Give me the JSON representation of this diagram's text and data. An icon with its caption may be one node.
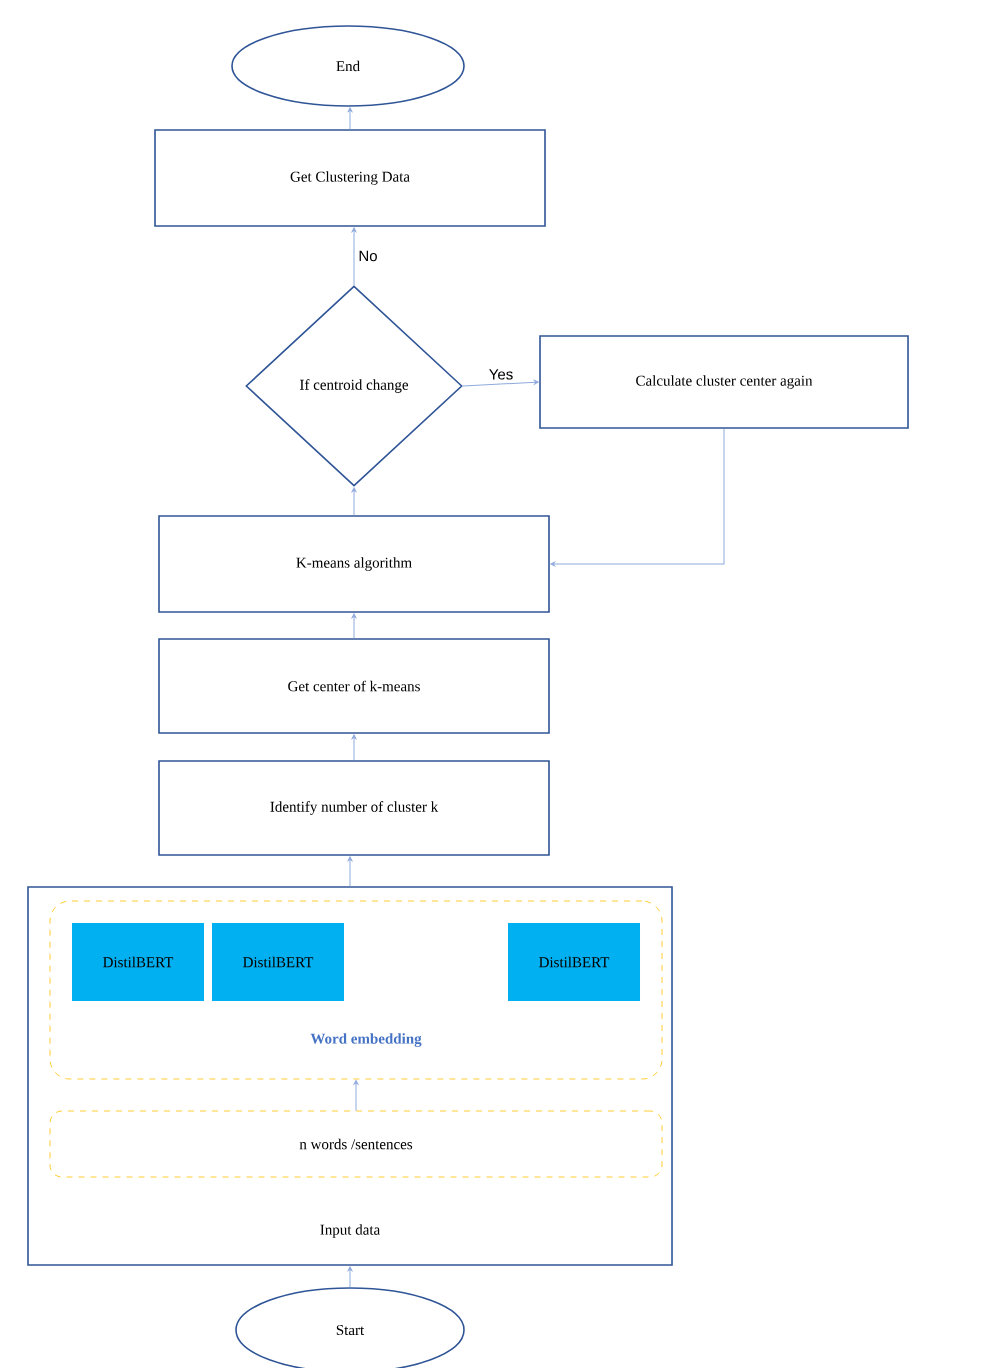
{
  "diagram": {
    "nodes": [
      {
        "text": [
          "End"
        ]
      },
      {
        "text": [
          "Get Clustering Data"
        ]
      },
      {
        "text": [
          "If centroid change"
        ]
      },
      {
        "text": [
          "Calculate cluster center again"
        ]
      },
      {
        "text": [
          "K-means algorithm"
        ]
      },
      {
        "text": [
          "Get center of k-means"
        ]
      },
      {
        "text": [
          "Identify number of cluster k"
        ]
      },
      {
        "text": [
          "Input data"
        ]
      },
      {
        "text": [
          "Word embedding"
        ],
        "in": 7
      },
      {
        "text": [
          "DistilBERT"
        ],
        "in": 8
      },
      {
        "text": [
          "DistilBERT"
        ],
        "in": 8
      },
      {
        "text": [
          "DistilBERT"
        ],
        "in": 8
      },
      {
        "text": [
          "n words /sentences"
        ],
        "in": 7
      },
      {
        "text": [
          "Start"
        ]
      }
    ],
    "edges": [
      {
        "from": 13,
        "to": 7,
        "arrow": "to"
      },
      {
        "from": 12,
        "to": 8,
        "arrow": "to"
      },
      {
        "from": 7,
        "to": 6,
        "arrow": "to"
      },
      {
        "from": 6,
        "to": 5,
        "arrow": "to"
      },
      {
        "from": 5,
        "to": 4,
        "arrow": "to"
      },
      {
        "from": 4,
        "to": 2,
        "arrow": "to"
      },
      {
        "from": 2,
        "to": 3,
        "arrow": "to",
        "label": "Yes"
      },
      {
        "from": 2,
        "to": 1,
        "arrow": "to",
        "label": "No"
      },
      {
        "from": 3,
        "to": 4,
        "arrow": "to"
      },
      {
        "from": 1,
        "to": 0,
        "arrow": "to"
      }
    ]
  }
}
